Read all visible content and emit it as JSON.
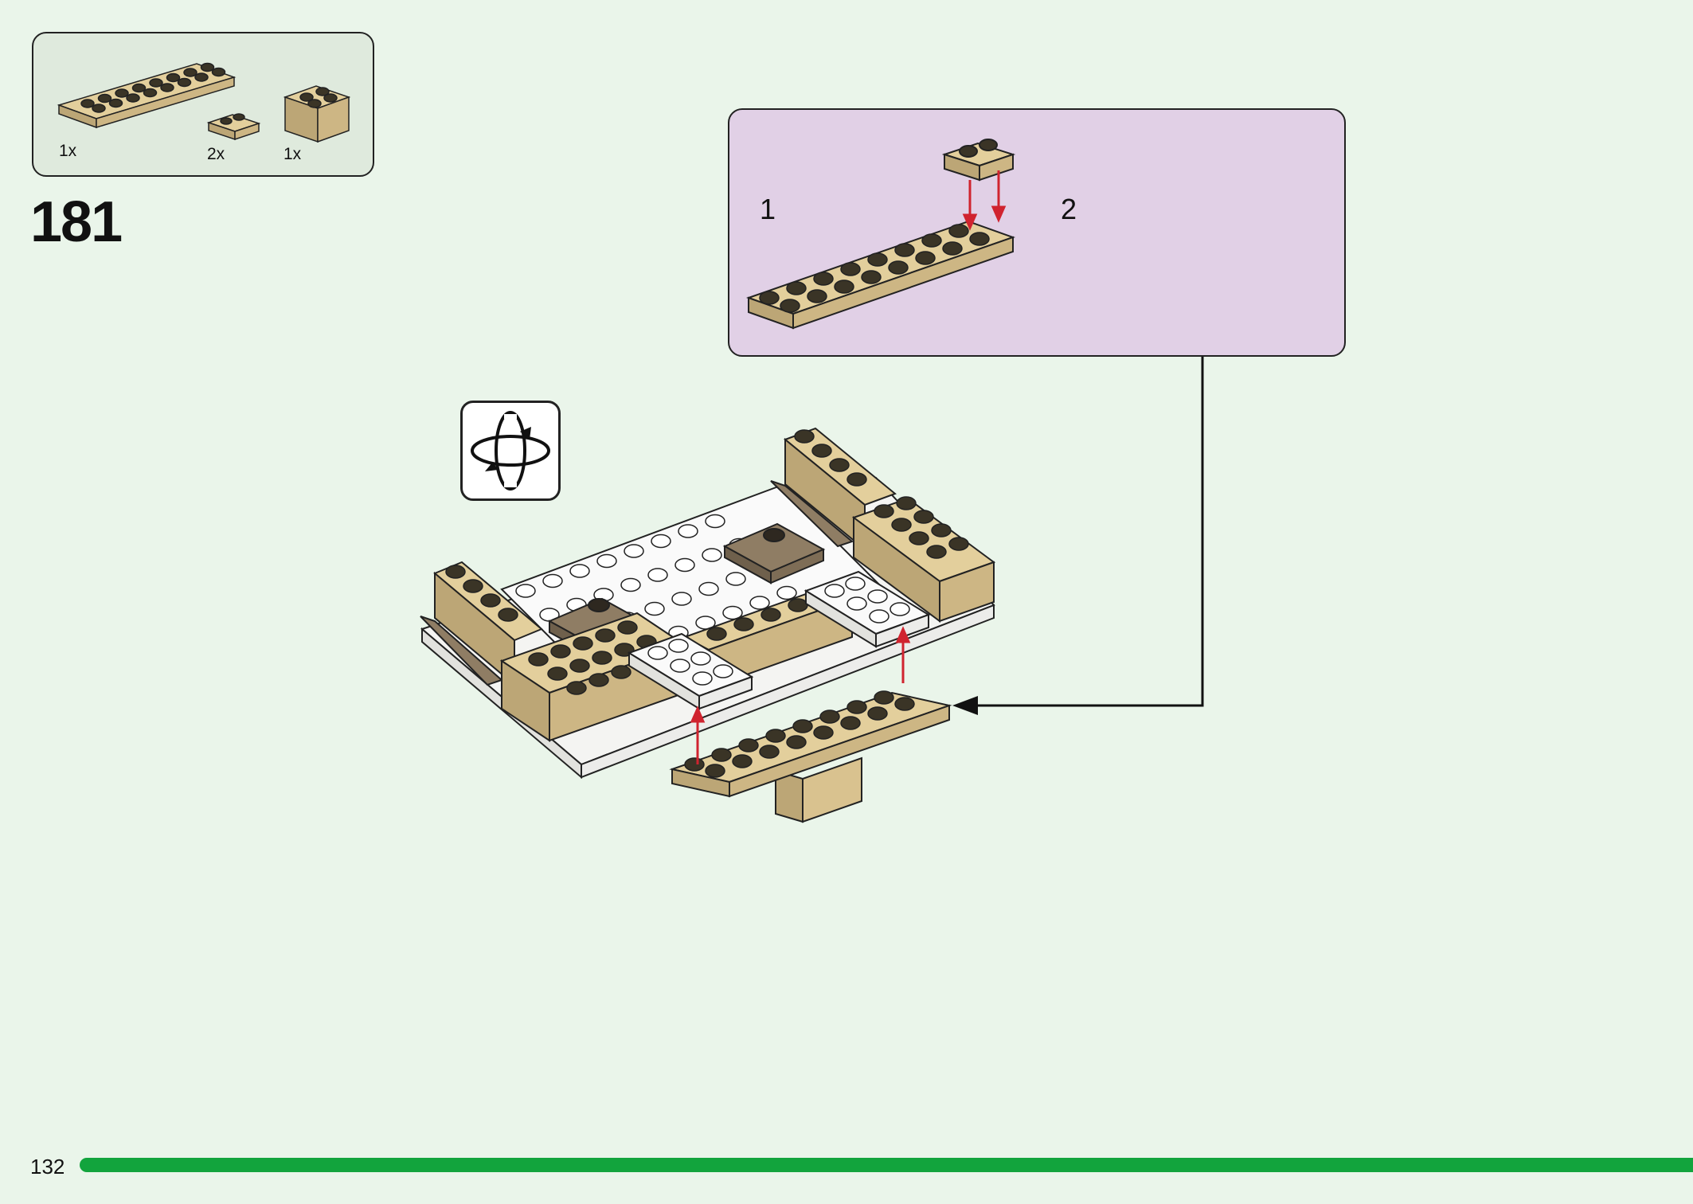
{
  "step": {
    "number": "181"
  },
  "parts_list": {
    "items": [
      {
        "name": "plate-2x8-tan",
        "quantity": "1x"
      },
      {
        "name": "plate-1x2-tan",
        "quantity": "2x"
      },
      {
        "name": "brick-2x2-tan",
        "quantity": "1x"
      }
    ]
  },
  "sub_assembly": {
    "steps": [
      {
        "label": "1"
      },
      {
        "label": "2"
      }
    ]
  },
  "rotate_icon": "rotate-model-icon",
  "footer": {
    "page_number": "132",
    "progress": 1.0
  },
  "colors": {
    "background": "#eaf5ea",
    "parts_box": "#dfeadd",
    "sub_box": "#e1d0e6",
    "tan_brick": "#d9c28f",
    "progress_bar": "#12a43d",
    "arrow_red": "#d0232f"
  }
}
